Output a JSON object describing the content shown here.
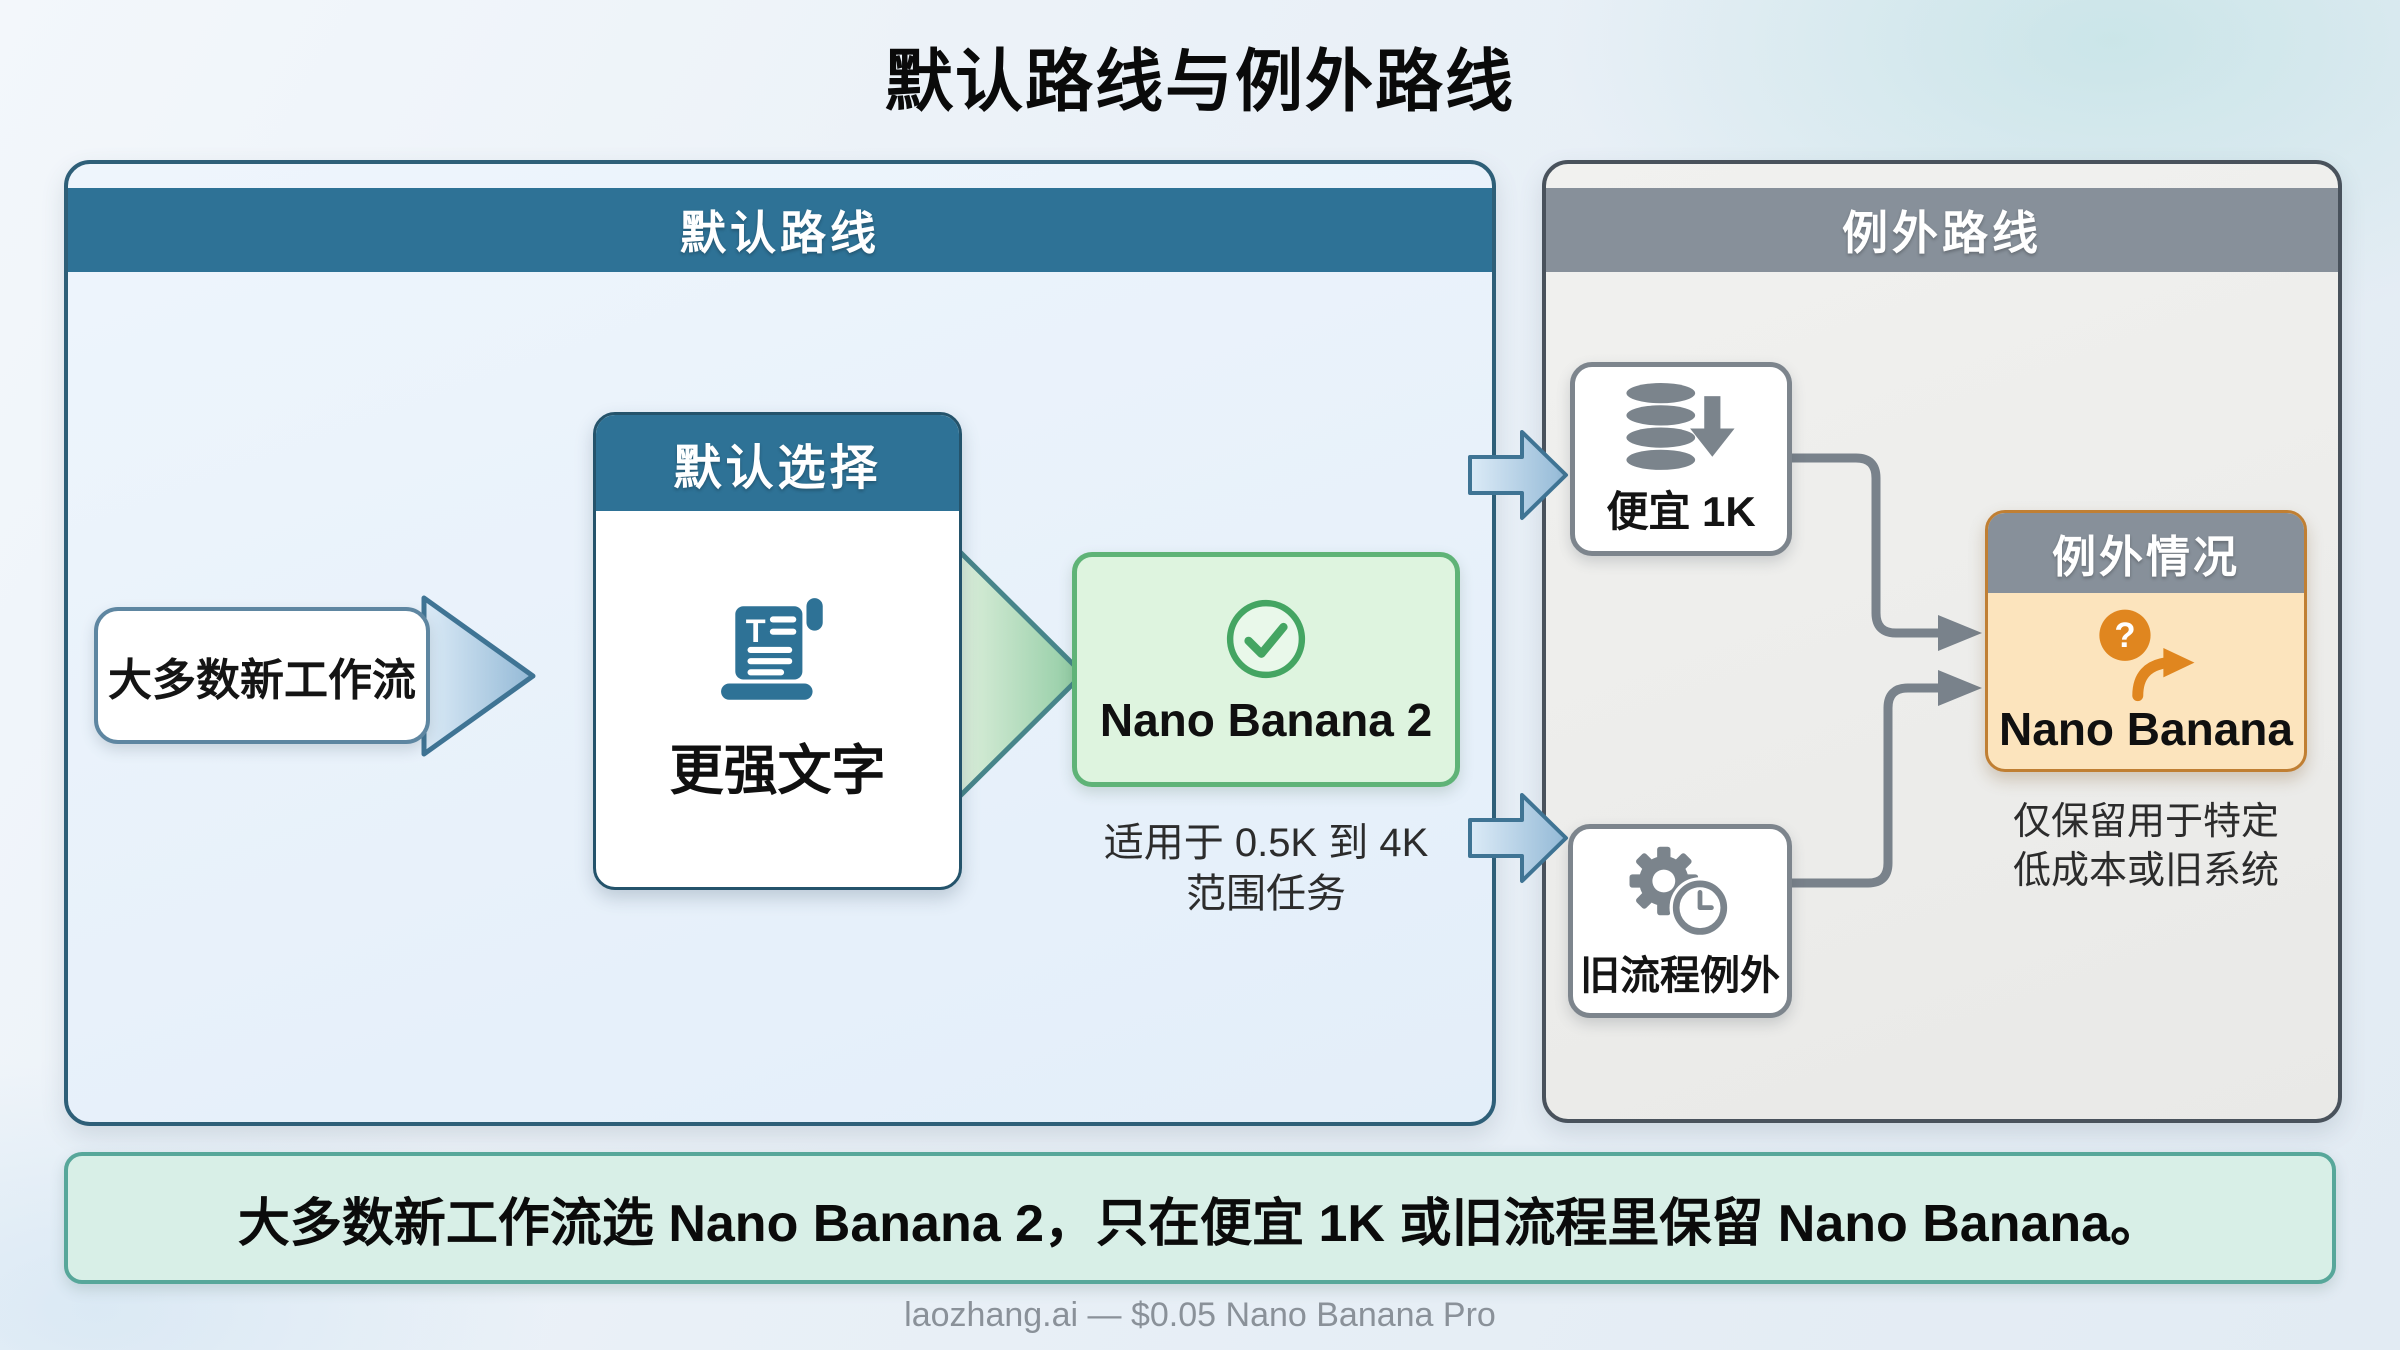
{
  "title": "默认路线与例外路线",
  "left_panel": {
    "header": "默认路线",
    "workflow_label": "大多数新工作流",
    "choice_card": {
      "header": "默认选择",
      "label": "更强文字",
      "icon_glyph": "T"
    },
    "result_box": {
      "label": "Nano Banana 2",
      "caption_line1": "适用于 0.5K 到 4K",
      "caption_line2": "范围任务"
    }
  },
  "right_panel": {
    "header": "例外路线",
    "cheap_box": {
      "label": "便宜 1K"
    },
    "legacy_box": {
      "label": "旧流程例外"
    },
    "exception_card": {
      "header": "例外情况",
      "label": "Nano Banana",
      "icon_glyph": "?",
      "caption_line1": "仅保留用于特定",
      "caption_line2": "低成本或旧系统"
    }
  },
  "banner": "大多数新工作流选 Nano Banana 2，只在便宜 1K 或旧流程里保留 Nano Banana。",
  "footer": "laozhang.ai — $0.05 Nano Banana Pro",
  "colors": {
    "left_header_blue": "#2e7296",
    "left_body_blue": "#e8f1fa",
    "right_header_gray": "#87909a",
    "right_body_gray": "#ececea",
    "green_box_fill": "#def4df",
    "green_box_border": "#5fb377",
    "check_green": "#44a562",
    "orange_card_fill": "#fce4bd",
    "orange_card_border": "#c07f33",
    "accent_orange": "#e0861f",
    "banner_fill": "#d8efe7",
    "banner_border": "#57a79a",
    "arrow_blue_border": "#3f7494",
    "connector_gray": "#79828b"
  }
}
